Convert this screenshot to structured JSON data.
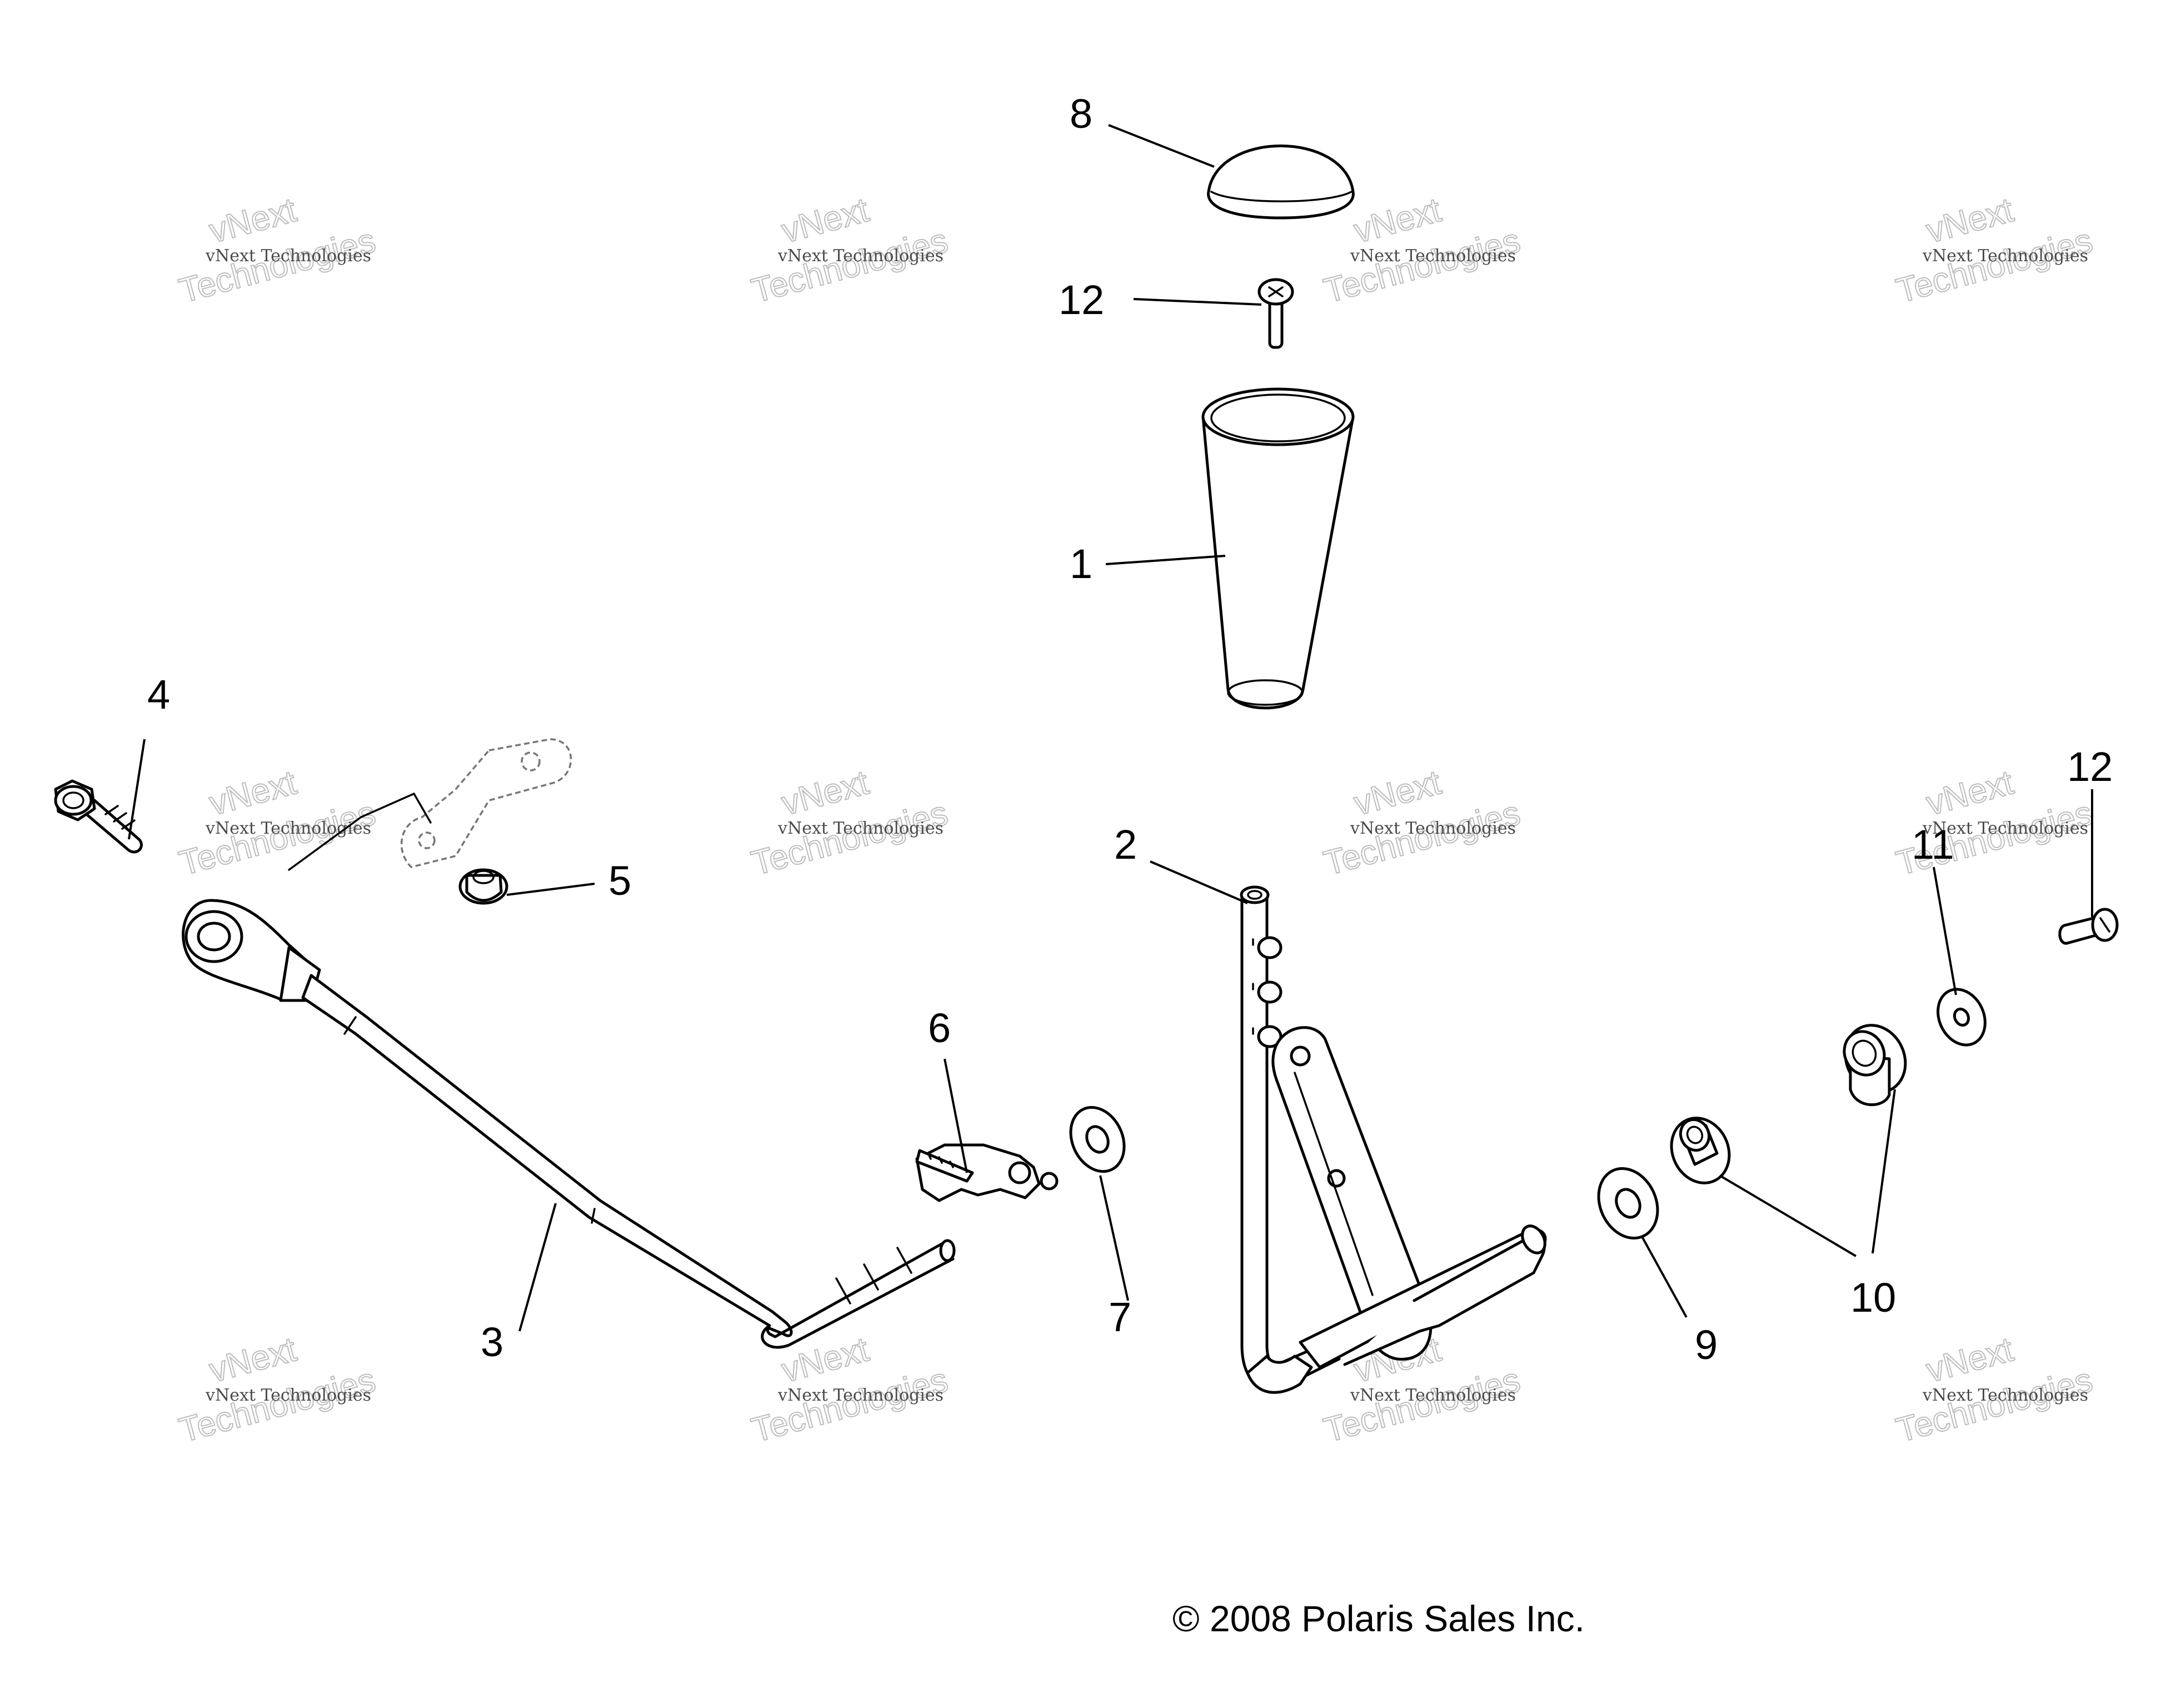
{
  "callouts": {
    "c1": "1",
    "c2": "2",
    "c3": "3",
    "c4": "4",
    "c5": "5",
    "c6": "6",
    "c7": "7",
    "c8": "8",
    "c9": "9",
    "c10": "10",
    "c11": "11",
    "c12a": "12",
    "c12b": "12"
  },
  "watermark": {
    "line1": "vNext Technologies",
    "big_top": "vNext",
    "big_bottom": "Technologies"
  },
  "copyright": "© 2008 Polaris Sales Inc."
}
